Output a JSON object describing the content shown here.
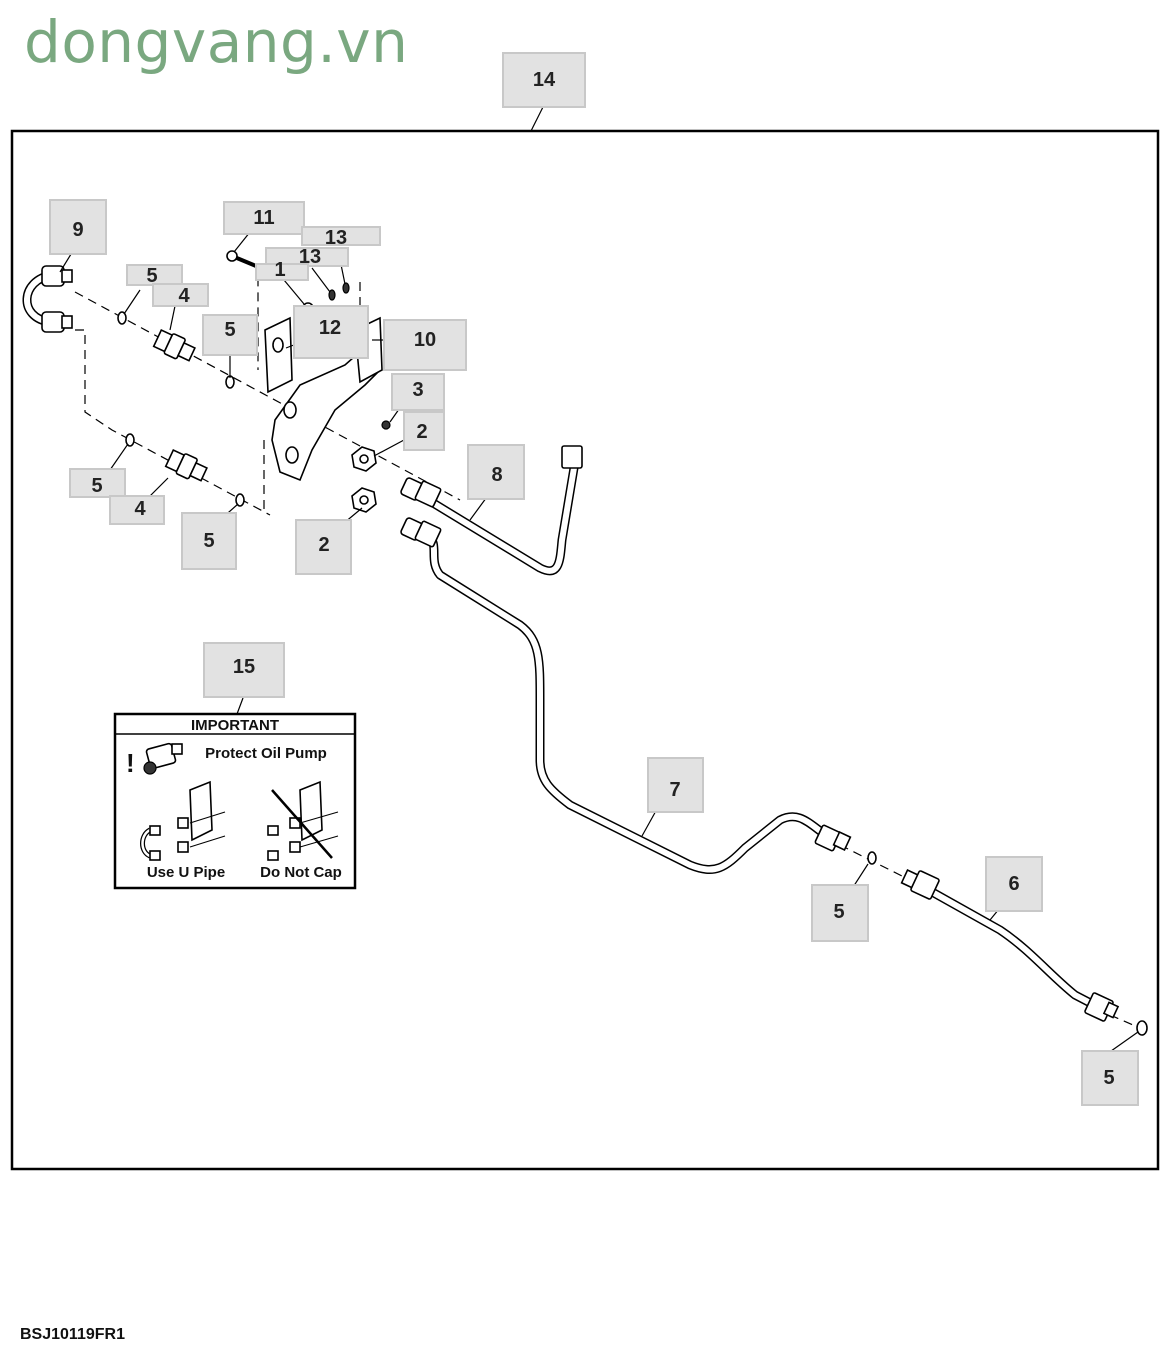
{
  "watermark": "dongvang.vn",
  "figure_code": "BSJ10119FR1",
  "callouts": [
    "14",
    "9",
    "11",
    "13",
    "13",
    "1",
    "5",
    "4",
    "5",
    "12",
    "10",
    "3",
    "2",
    "2",
    "8",
    "5",
    "4",
    "5",
    "15",
    "7",
    "5",
    "6",
    "5"
  ],
  "notice": {
    "title": "IMPORTANT",
    "line1": "Protect Oil Pump",
    "left_caption": "Use U Pipe",
    "right_caption": "Do Not Cap"
  }
}
